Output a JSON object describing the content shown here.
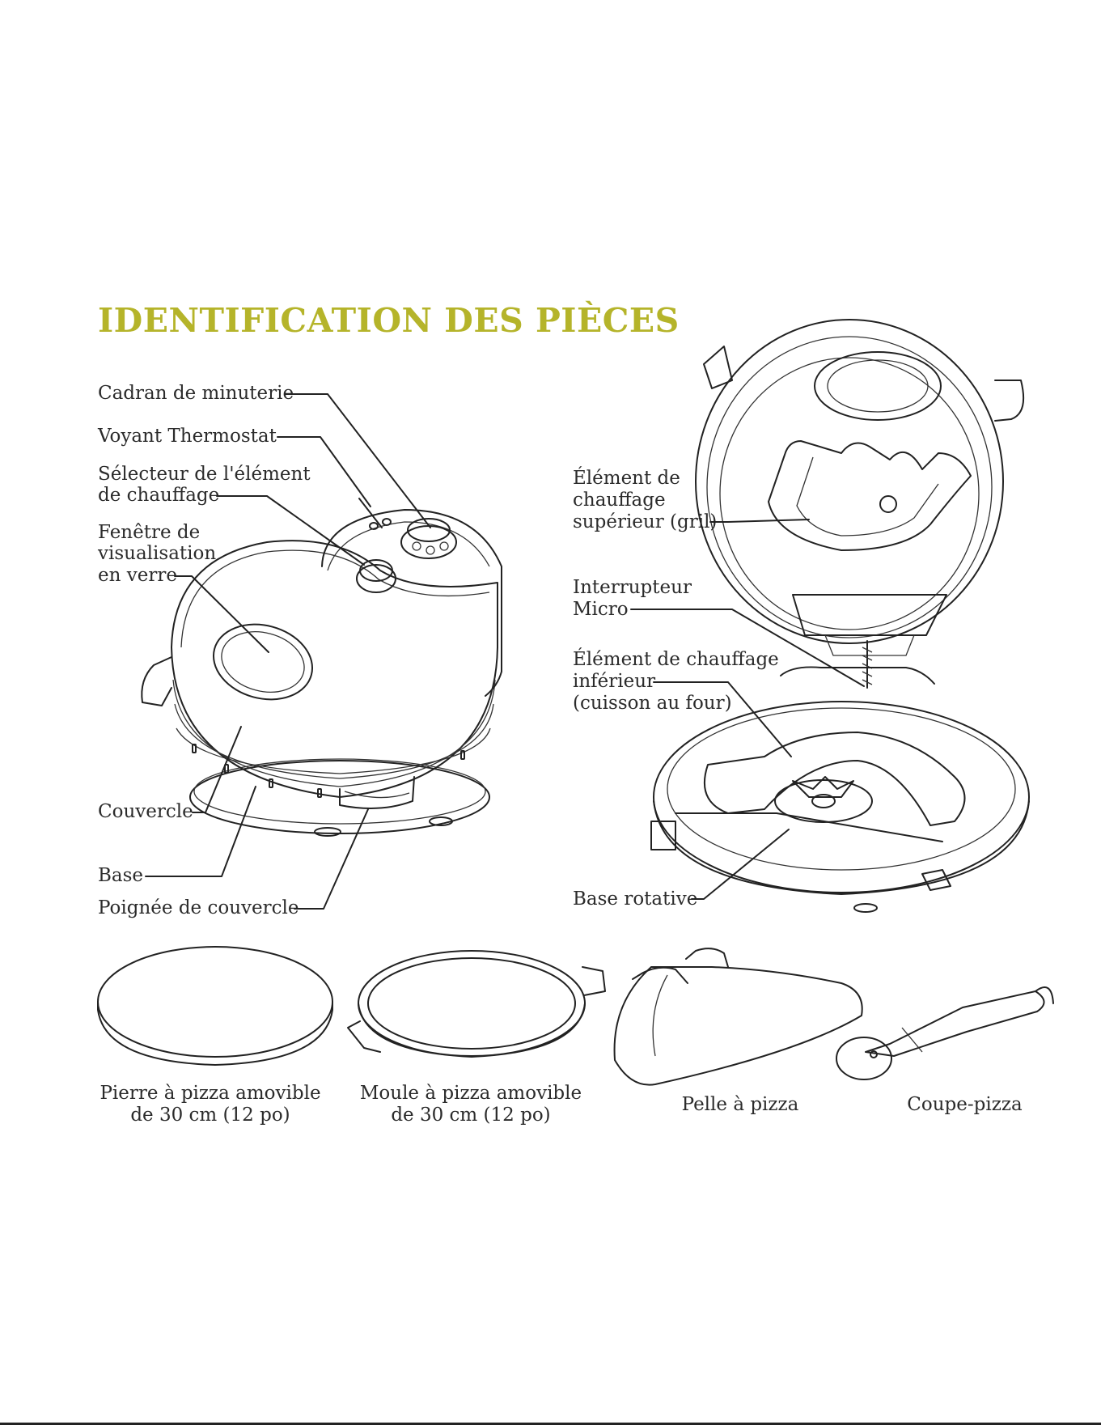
{
  "title": "IDENTIFICATION DES PIÈCES",
  "labels": {
    "timer_dial": "Cadran de minuterie",
    "thermostat_light": "Voyant Thermostat",
    "heating_selector": [
      "Sélecteur de l'élément",
      "de chauffage"
    ],
    "glass_window": [
      "Fenêtre de",
      "visualisation",
      "en verre"
    ],
    "lid": "Couvercle",
    "base": "Base",
    "lid_handle": "Poignée de couvercle",
    "upper_element": [
      "Élément de",
      "chauffage",
      "supérieur (gril)"
    ],
    "micro_switch": [
      "Interrupteur",
      "Micro"
    ],
    "lower_element": [
      "Élément de chauffage",
      "inférieur",
      "(cuisson au four)"
    ],
    "rotating_base": "Base rotative"
  },
  "accessories": {
    "stone": [
      "Pierre à pizza amovible",
      "de 30 cm (12 po)"
    ],
    "pan": [
      "Moule à pizza amovible",
      "de 30 cm (12 po)"
    ],
    "peel": "Pelle à pizza",
    "cutter": "Coupe-pizza"
  },
  "colors": {
    "title": "#b5b42a",
    "text": "#2b2b2b",
    "line": "#222222"
  }
}
